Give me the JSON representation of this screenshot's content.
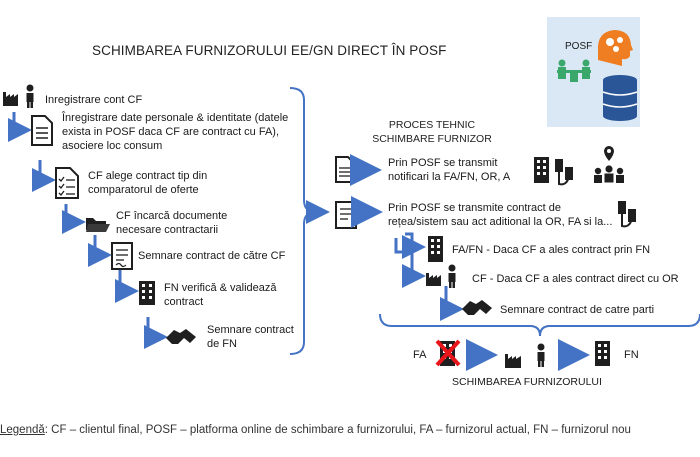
{
  "title": "SCHIMBAREA FURNIZORULUI EE/GN DIRECT ÎN POSF",
  "posf_label": "POSF",
  "left_steps": [
    {
      "text": "Inregistrare cont CF"
    },
    {
      "text": "Înregistrare date personale & identitate (datele exista in POSF daca CF are contract cu FA), asociere loc consum"
    },
    {
      "text": "CF alege contract tip din comparatorul de oferte"
    },
    {
      "text": "CF încarcă documente necesare contractarii"
    },
    {
      "text": "Semnare contract de către CF"
    },
    {
      "text": "FN verifică & validează contract"
    },
    {
      "text": "Semnare contract de FN"
    }
  ],
  "process": {
    "title_line1": "PROCES TEHNIC",
    "title_line2": "SCHIMBARE FURNIZOR",
    "item1": "Prin POSF se transmit notificari la FA/FN, OR, A",
    "item2": "Prin POSF se transmite contract de rețea/sistem sau act aditional la OR, FA si la...",
    "fn_option": "FA/FN - Daca CF a ales contract prin FN",
    "cf_option": "CF - Daca CF a ales contract direct cu OR",
    "sign": "Semnare contract de catre parti"
  },
  "switch": {
    "fa": "FA",
    "fn": "FN",
    "label": "SCHIMBAREA FURNIZORULUI"
  },
  "legend": {
    "key": "Legendă",
    "text": ": CF – clientul final, POSF – platforma online de schimbare a furnizorului, FA – furnizorul actual, FN – furnizorul nou"
  },
  "colors": {
    "arrow": "#4472C4",
    "icon": "#1f1f1f",
    "cross": "#e8161b",
    "posf_bg": "#dae8f5",
    "brain": "#ef7d22",
    "db": "#2a5597",
    "people": "#3aa86b"
  }
}
